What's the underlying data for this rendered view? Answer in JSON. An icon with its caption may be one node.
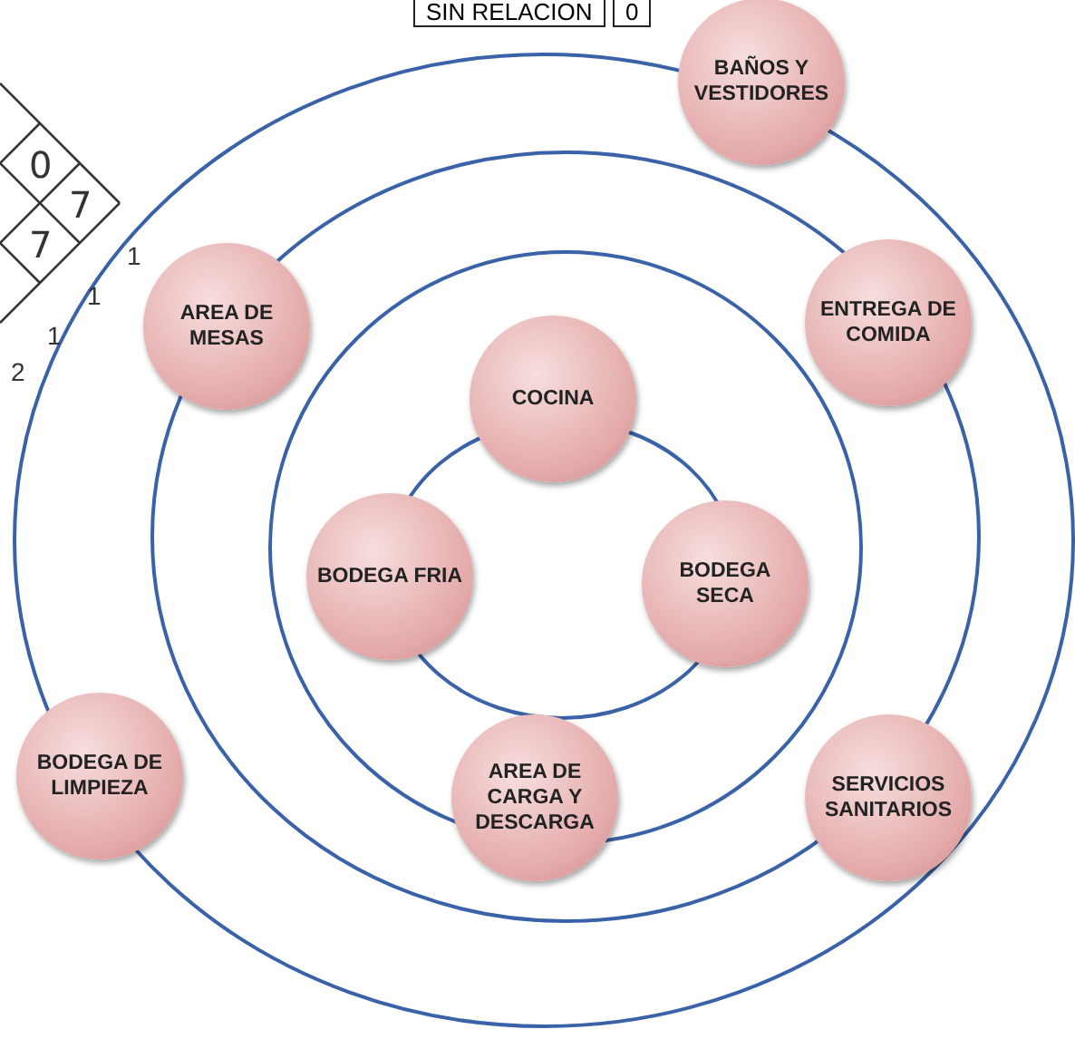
{
  "diagram": {
    "nodes": [
      {
        "text": [
          "BAÑOS Y VESTIDORES"
        ]
      },
      {
        "text": [
          "AREA DE MESAS"
        ]
      },
      {
        "text": [
          "ENTREGA DE COMIDA"
        ]
      },
      {
        "text": [
          "COCINA"
        ]
      },
      {
        "text": [
          "BODEGA FRIA"
        ]
      },
      {
        "text": [
          "BODEGA SECA"
        ]
      },
      {
        "text": [
          "BODEGA DE LIMPIEZA"
        ]
      },
      {
        "text": [
          "AREA DE CARGA Y DESCARGA"
        ]
      },
      {
        "text": [
          "SERVICIOS SANITARIOS"
        ]
      }
    ],
    "edges": [],
    "labels": [
      "SIN RELACION",
      "0",
      "0",
      "7",
      "7",
      "1",
      "1",
      "1",
      "2"
    ]
  }
}
